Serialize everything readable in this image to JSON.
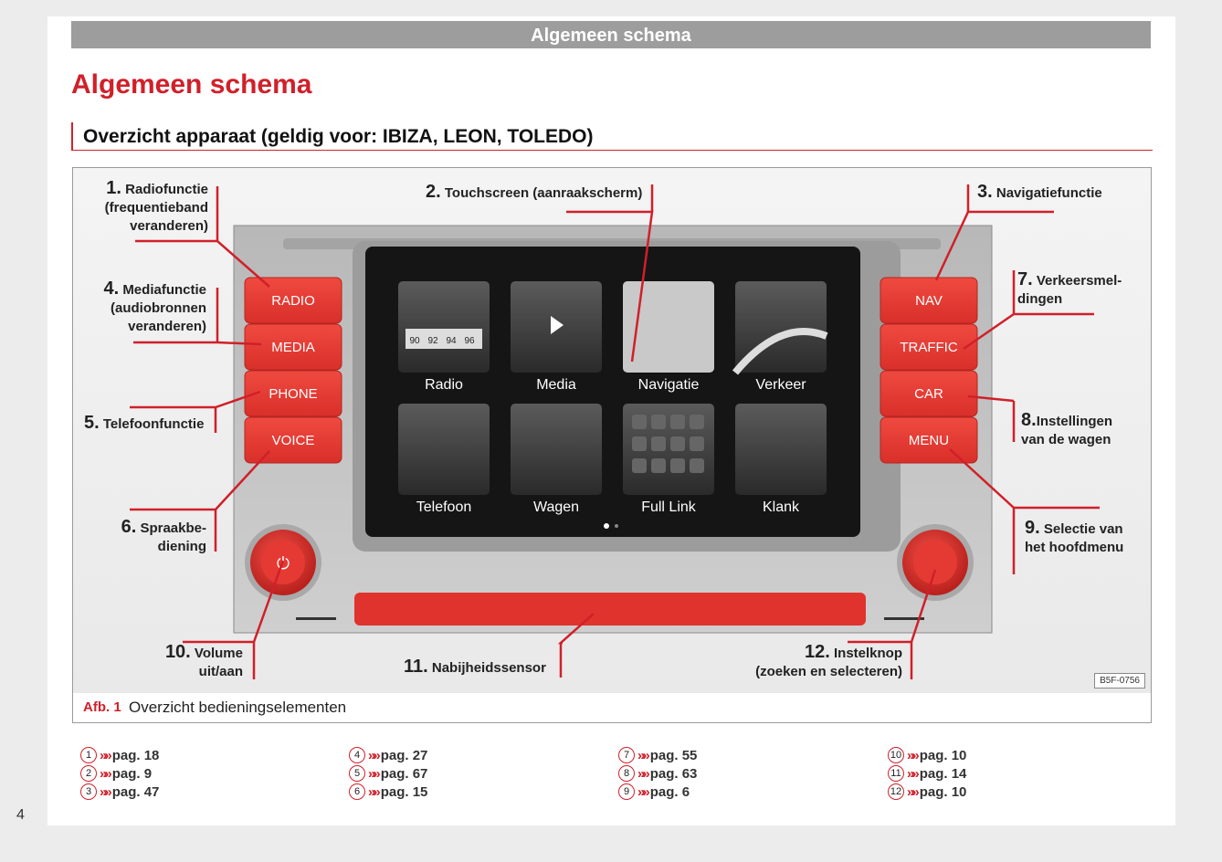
{
  "header": {
    "title": "Algemeen schema"
  },
  "page_title": "Algemeen schema",
  "subheading": "Overzicht apparaat (geldig voor: IBIZA, LEON, TOLEDO)",
  "figure": {
    "code": "B5F-0756",
    "caption_label": "Afb. 1",
    "caption_text": "Overzicht bedieningselementen",
    "left_buttons": [
      "RADIO",
      "MEDIA",
      "PHONE",
      "VOICE"
    ],
    "right_buttons": [
      "NAV",
      "TRAFFIC",
      "CAR",
      "MENU"
    ],
    "tiles": [
      "Radio",
      "Media",
      "Navigatie",
      "Verkeer",
      "Telefoon",
      "Wagen",
      "Full Link",
      "Klank"
    ],
    "radio_scale": [
      "90",
      "92",
      "94",
      "96"
    ],
    "labels": {
      "l1_num": "1.",
      "l1_a": "Radiofunctie",
      "l1_b": "(frequentieband",
      "l1_c": "veranderen)",
      "l2_num": "2.",
      "l2_a": "Touchscreen (aanraakscherm)",
      "l3_num": "3.",
      "l3_a": "Navigatiefunctie",
      "l4_num": "4.",
      "l4_a": "Mediafunctie",
      "l4_b": "(audiobronnen",
      "l4_c": "veranderen)",
      "l5_num": "5.",
      "l5_a": "Telefoonfunctie",
      "l6_num": "6.",
      "l6_a": "Spraakbe-",
      "l6_b": "diening",
      "l7_num": "7.",
      "l7_a": "Verkeersmel-",
      "l7_b": "dingen",
      "l8_num": "8.",
      "l8_a": "Instellingen",
      "l8_b": "van de wagen",
      "l9_num": "9.",
      "l9_a": "Selectie van",
      "l9_b": "het hoofdmenu",
      "l10_num": "10.",
      "l10_a": "Volume",
      "l10_b": "uit/aan",
      "l11_num": "11.",
      "l11_a": "Nabijheidssensor",
      "l12_num": "12.",
      "l12_a": "Instelknop",
      "l12_b": "(zoeken en selecteren)"
    }
  },
  "references": [
    [
      {
        "n": "1",
        "p": "pag. 18"
      },
      {
        "n": "2",
        "p": "pag. 9"
      },
      {
        "n": "3",
        "p": "pag. 47"
      }
    ],
    [
      {
        "n": "4",
        "p": "pag. 27"
      },
      {
        "n": "5",
        "p": "pag. 67"
      },
      {
        "n": "6",
        "p": "pag. 15"
      }
    ],
    [
      {
        "n": "7",
        "p": "pag. 55"
      },
      {
        "n": "8",
        "p": "pag. 63"
      },
      {
        "n": "9",
        "p": "pag. 6"
      }
    ],
    [
      {
        "n": "10",
        "p": "pag. 10"
      },
      {
        "n": "11",
        "p": "pag. 14"
      },
      {
        "n": "12",
        "p": "pag. 10"
      }
    ]
  ],
  "ref_arrow": "»»",
  "page_number": "4",
  "colors": {
    "accent": "#d0202a",
    "button": "#e2352f",
    "header_bar": "#9d9d9d"
  }
}
